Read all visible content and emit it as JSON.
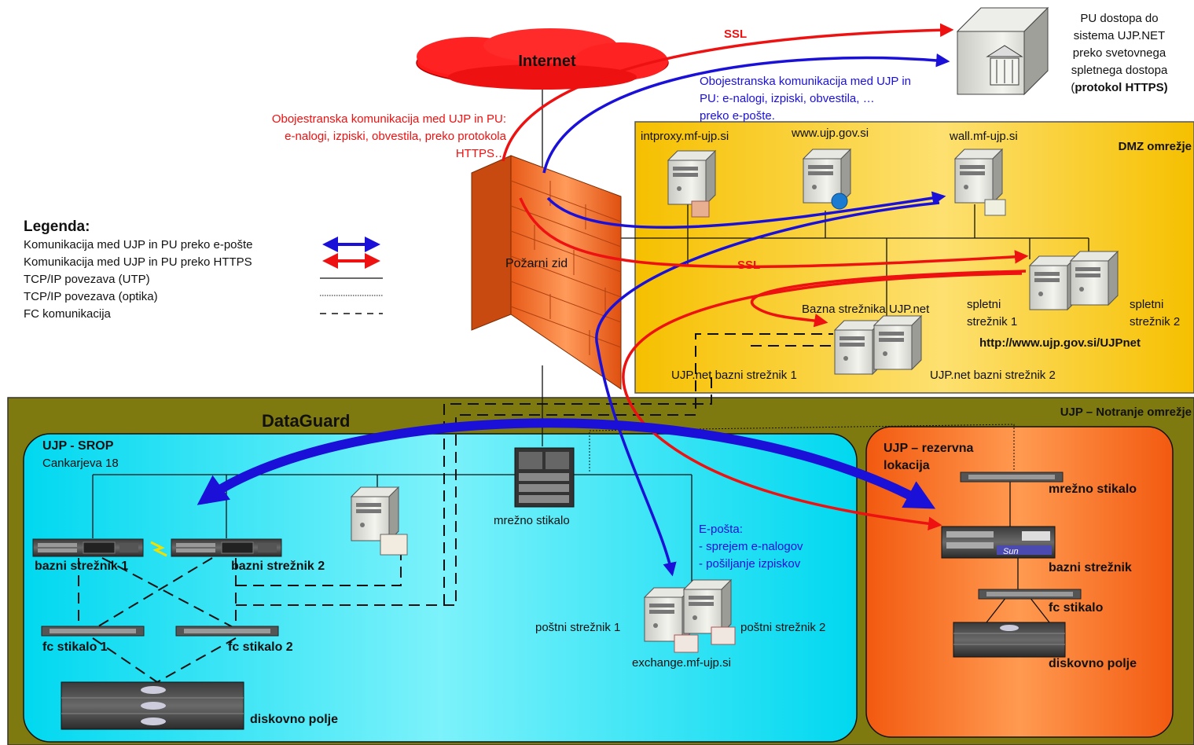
{
  "colors": {
    "email_blue": "#1a10d8",
    "https_red": "#ee1111",
    "dmz_bg": "#f8c400",
    "internal_bg": "#7f7a10",
    "srop_bg": "#12dff5",
    "backup_bg": "#f86414",
    "cloud": "#ff1a1a",
    "firewall": "#f07a2a"
  },
  "internet": {
    "label": "Internet"
  },
  "firewall": {
    "label": "Požarni zid"
  },
  "pu": {
    "line1": "PU dostopa do",
    "line2": "sistema UJP.NET",
    "line3": "preko svetovnega",
    "line4": "spletnega  dostopa",
    "line5_prefix": "(",
    "line5_bold": "protokol HTTPS)"
  },
  "ssl_top": "SSL",
  "ssl_dmz": "SSL",
  "email_note": {
    "line1": "Obojestranska komunikacija med UJP in",
    "line2": "PU: e-nalogi, izpiski, obvestila, …",
    "line3": "preko e-pošte."
  },
  "https_note": {
    "line1": "Obojestranska komunikacija med UJP in PU:",
    "line2": "e-nalogi, izpiski, obvestila, preko protokola",
    "line3": "HTTPS…"
  },
  "legend": {
    "title": "Legenda:",
    "items": [
      "Komunikacija med UJP in PU preko e-pošte",
      "Komunikacija med UJP in PU preko HTTPS",
      "TCP/IP povezava (UTP)",
      "TCP/IP povezava (optika)",
      "FC komunikacija"
    ]
  },
  "dmz": {
    "title": "DMZ omrežje",
    "intproxy": "intproxy.mf-ujp.si",
    "www": "www.ujp.gov.si",
    "wall": "wall.mf-ujp.si",
    "bazna_title": "Bazna strežnika UJP.net",
    "bazni1": "UJP.net bazni strežnik 1",
    "bazni2": "UJP.net bazni strežnik 2",
    "spletni1_a": "spletni",
    "spletni1_b": "strežnik 1",
    "spletni2_a": "spletni",
    "spletni2_b": "strežnik 2",
    "url": "http://www.ujp.gov.si/UJPnet"
  },
  "internal": {
    "title": "UJP – Notranje omrežje",
    "dataguard": "DataGuard"
  },
  "srop": {
    "title": "UJP - SROP",
    "subtitle": "Cankarjeva 18",
    "switch": "mrežno stikalo",
    "bazni1": "bazni strežnik 1",
    "bazni2": "bazni strežnik 2",
    "fc1": "fc stikalo 1",
    "fc2": "fc stikalo 2",
    "disk": "diskovno polje",
    "email_title": "E-pošta:",
    "email_item1": "- sprejem e-nalogov",
    "email_item2": "- pošiljanje izpiskov",
    "mail1": "poštni strežnik 1",
    "mail2": "poštni strežnik 2",
    "exchange": "exchange.mf-ujp.si"
  },
  "backup": {
    "title1": "UJP – rezervna",
    "title2": "lokacija",
    "switch": "mrežno stikalo",
    "server": "bazni strežnik",
    "fc": "fc stikalo",
    "disk": "diskovno polje",
    "server_brand": "Sun"
  }
}
